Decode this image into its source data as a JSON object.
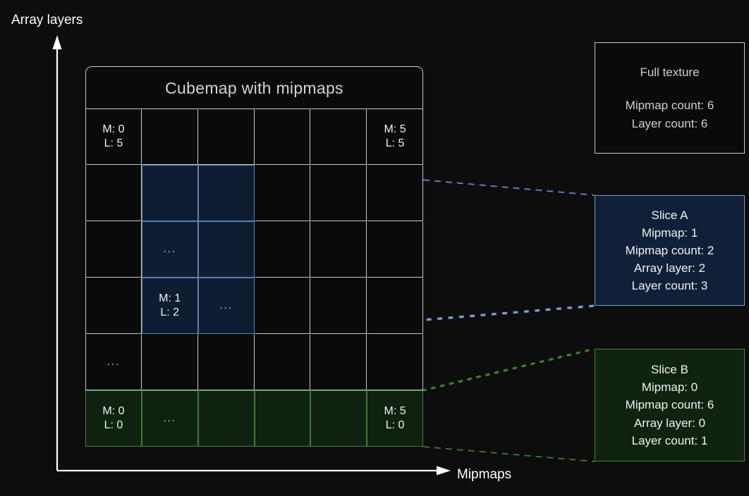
{
  "background_color": "#0d0d0d",
  "axes": {
    "y_label": "Array layers",
    "x_label": "Mipmaps",
    "axis_color": "#ffffff"
  },
  "panel": {
    "title": "Cubemap with mipmaps",
    "border_color": "#c9c9c9"
  },
  "grid": {
    "rows": 6,
    "columns": 6,
    "line_color": "#c9c9c9",
    "blue_fill": "#0f1d33",
    "blue_border": "#5b7eb5",
    "green_fill": "#0f2210",
    "green_border": "#3f7d33",
    "cells": [
      [
        {
          "text": "M: 0\nL: 5",
          "fill": "none"
        },
        {
          "text": "",
          "fill": "none"
        },
        {
          "text": "",
          "fill": "none"
        },
        {
          "text": "",
          "fill": "none"
        },
        {
          "text": "",
          "fill": "none"
        },
        {
          "text": "M: 5\nL: 5",
          "fill": "none"
        }
      ],
      [
        {
          "text": "",
          "fill": "none"
        },
        {
          "text": "",
          "fill": "blue"
        },
        {
          "text": "",
          "fill": "blue"
        },
        {
          "text": "",
          "fill": "none"
        },
        {
          "text": "",
          "fill": "none"
        },
        {
          "text": "",
          "fill": "none"
        }
      ],
      [
        {
          "text": "",
          "fill": "none"
        },
        {
          "text": "...",
          "fill": "blue"
        },
        {
          "text": "",
          "fill": "blue"
        },
        {
          "text": "",
          "fill": "none"
        },
        {
          "text": "",
          "fill": "none"
        },
        {
          "text": "",
          "fill": "none"
        }
      ],
      [
        {
          "text": "",
          "fill": "none"
        },
        {
          "text": "M: 1\nL: 2",
          "fill": "blue"
        },
        {
          "text": "...",
          "fill": "blue"
        },
        {
          "text": "",
          "fill": "none"
        },
        {
          "text": "",
          "fill": "none"
        },
        {
          "text": "",
          "fill": "none"
        }
      ],
      [
        {
          "text": "...",
          "fill": "none"
        },
        {
          "text": "",
          "fill": "none"
        },
        {
          "text": "",
          "fill": "none"
        },
        {
          "text": "",
          "fill": "none"
        },
        {
          "text": "",
          "fill": "none"
        },
        {
          "text": "",
          "fill": "none"
        }
      ],
      [
        {
          "text": "M: 0\nL: 0",
          "fill": "green"
        },
        {
          "text": "...",
          "fill": "green"
        },
        {
          "text": "",
          "fill": "green"
        },
        {
          "text": "",
          "fill": "green"
        },
        {
          "text": "",
          "fill": "green"
        },
        {
          "text": "M: 5\nL: 0",
          "fill": "green"
        }
      ]
    ]
  },
  "legends": {
    "full_texture": {
      "title": "Full texture",
      "lines": [
        "Mipmap count: 6",
        "Layer count: 6"
      ],
      "border_color": "#c9c9c9",
      "fill_color": "#0a0a0a"
    },
    "slice_a": {
      "title": "Slice A",
      "lines": [
        "Mipmap: 1",
        "Mipmap count: 2",
        "Array layer: 2",
        "Layer count: 3"
      ],
      "border_color": "#7a9ccf",
      "fill_color": "#102038"
    },
    "slice_b": {
      "title": "Slice B",
      "lines": [
        "Mipmap: 0",
        "Mipmap count: 6",
        "Array layer: 0",
        "Layer count: 1"
      ],
      "border_color": "#3f8a33",
      "fill_color": "#10230f"
    }
  },
  "connectors": [
    {
      "name": "slice-a-top",
      "style": "dashed",
      "color": "#5b7eb5"
    },
    {
      "name": "slice-a-bottom",
      "style": "dotted",
      "color": "#7a9ccf"
    },
    {
      "name": "slice-b-top",
      "style": "dotted",
      "color": "#3f7d33"
    },
    {
      "name": "slice-b-bottom",
      "style": "dashed",
      "color": "#3f7d33"
    }
  ]
}
